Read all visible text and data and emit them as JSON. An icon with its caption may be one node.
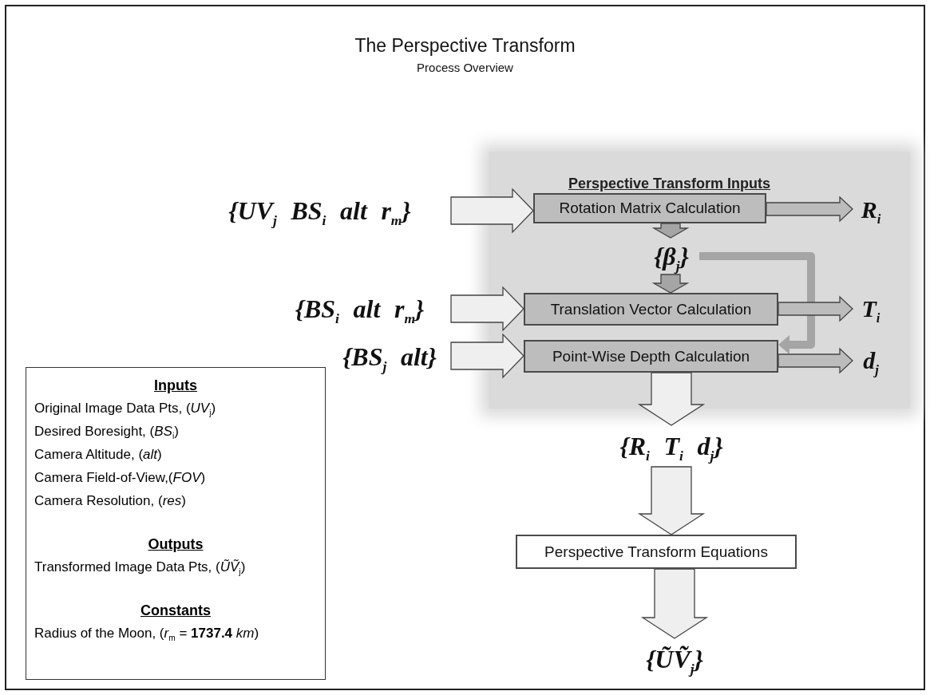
{
  "diagram": {
    "title": "The Perspective Transform",
    "nodes": [
      {
        "text": [
          "Perspective Transform Inputs"
        ]
      },
      {
        "text": [
          "{UV$_{j}$ BS$_{i}$ alt r$_{m}$}"
        ]
      },
      {
        "text": [
          "Rotation Matrix Calculation"
        ],
        "in": 0
      },
      {
        "text": [
          "R$_{i}$"
        ],
        "in": 0
      },
      {
        "text": [
          "{β$_{j}$}"
        ],
        "in": 0
      },
      {
        "text": [
          "{BS$_{i}$ alt r$_{m}$}"
        ]
      },
      {
        "text": [
          "Translation Vector Calculation"
        ],
        "in": 0
      },
      {
        "text": [
          "T$_{i}$"
        ],
        "in": 0
      },
      {
        "text": [
          "{BS$_{j}$ alt}"
        ]
      },
      {
        "text": [
          "Point-Wise Depth Calculation"
        ],
        "in": 0
      },
      {
        "text": [
          "d$_{j}$"
        ],
        "in": 0
      },
      {
        "text": [
          "{R$_{i}$ T$_{i}$ d$_{j}$}"
        ]
      },
      {
        "text": [
          "Perspective Transform Equations"
        ]
      },
      {
        "text": [
          "{ŨṼ$_{j}$}"
        ]
      },
      {
        "text": [
          "Inputs",
          "Original Image Data Pts, (*UV*$_{j}$)",
          "Desired Boresight, (*BS*$_{i}$)",
          "Camera Altitude, (*alt*)",
          "Camera Field-of-View,(*FOV*)",
          "Camera Resolution, (*res*)",
          "Outputs",
          "Transformed Image Data Pts, (*ŨṼ*$_{j}$)",
          "Constants",
          "Radius of the Moon, (*r*$_{m}$ = **1737.4** *km*)"
        ]
      }
    ],
    "edges": [
      {
        "from": 1,
        "to": 2,
        "arrow": "to"
      },
      {
        "from": 2,
        "to": 3,
        "arrow": "to"
      },
      {
        "from": 2,
        "to": 4,
        "arrow": "to"
      },
      {
        "from": 4,
        "to": 6,
        "arrow": "to"
      },
      {
        "from": 4,
        "to": 9,
        "arrow": "to"
      },
      {
        "from": 5,
        "to": 6,
        "arrow": "to"
      },
      {
        "from": 6,
        "to": 7,
        "arrow": "to"
      },
      {
        "from": 8,
        "to": 9,
        "arrow": "to"
      },
      {
        "from": 9,
        "to": 10,
        "arrow": "to"
      },
      {
        "from": 9,
        "to": 11,
        "arrow": "to"
      },
      {
        "from": 11,
        "to": 12,
        "arrow": "to"
      },
      {
        "from": 12,
        "to": 13,
        "arrow": "to"
      }
    ],
    "labels": [
      "Process Overview"
    ]
  }
}
